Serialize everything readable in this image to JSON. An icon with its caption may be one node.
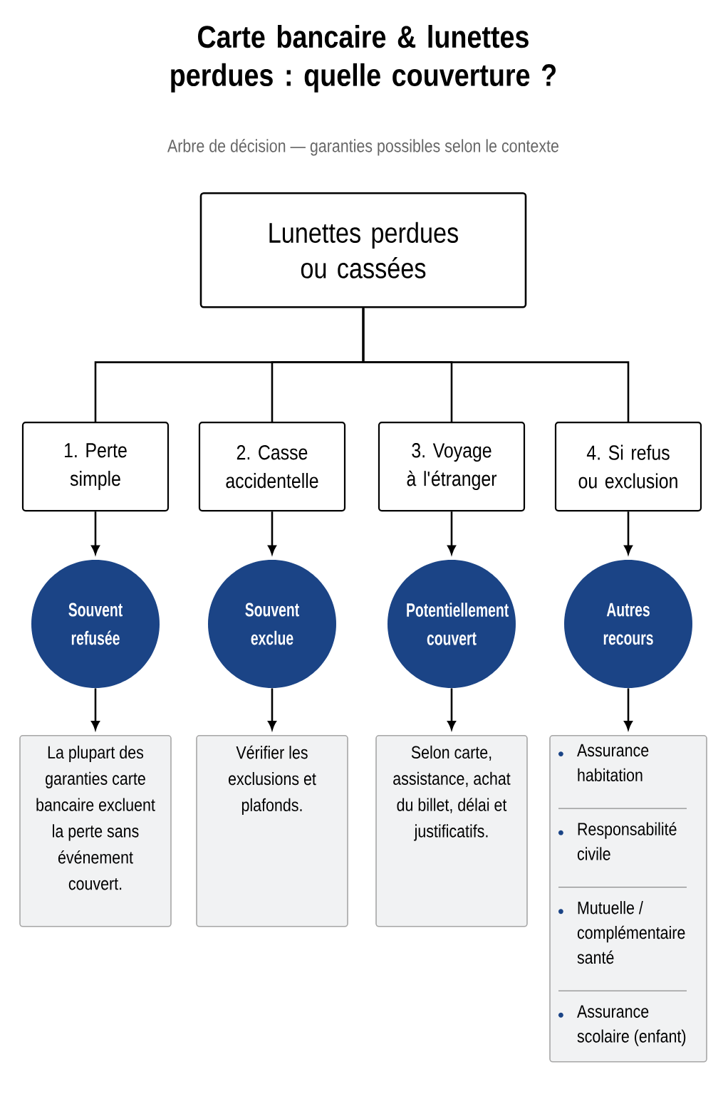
{
  "diagram": {
    "title": "Carte bancaire & lunettes perdues : quelle couverture ?",
    "nodes": [
      {
        "text": [
          "Lunettes perdues ou cassées"
        ]
      },
      {
        "text": [
          "1. Perte simple"
        ]
      },
      {
        "text": [
          "2. Casse accidentelle"
        ]
      },
      {
        "text": [
          "3. Voyage à l'étranger"
        ]
      },
      {
        "text": [
          "4. Si refus ou exclusion"
        ]
      },
      {
        "text": [
          "Souvent refusée"
        ]
      },
      {
        "text": [
          "Souvent exclue"
        ]
      },
      {
        "text": [
          "Potentiellement couvert"
        ]
      },
      {
        "text": [
          "Autres recours"
        ]
      },
      {
        "text": [
          "La plupart des garanties carte bancaire excluent la perte sans événement couvert."
        ]
      },
      {
        "text": [
          "Vérifier les exclusions et plafonds."
        ]
      },
      {
        "text": [
          "Selon carte, assistance, achat du billet, délai et justificatifs."
        ]
      },
      {
        "text": [
          "Assurance habitation",
          "Responsabilité civile",
          "Mutuelle / complémentaire santé",
          "Assurance scolaire (enfant)"
        ]
      }
    ],
    "edges": [
      {
        "from": 0,
        "to": 1,
        "arrow": "none"
      },
      {
        "from": 0,
        "to": 2,
        "arrow": "none"
      },
      {
        "from": 0,
        "to": 3,
        "arrow": "none"
      },
      {
        "from": 0,
        "to": 4,
        "arrow": "none"
      },
      {
        "from": 1,
        "to": 5,
        "arrow": "to"
      },
      {
        "from": 2,
        "to": 6,
        "arrow": "to"
      },
      {
        "from": 3,
        "to": 7,
        "arrow": "to"
      },
      {
        "from": 4,
        "to": 8,
        "arrow": "to"
      },
      {
        "from": 5,
        "to": 9,
        "arrow": "to"
      },
      {
        "from": 6,
        "to": 10,
        "arrow": "to"
      },
      {
        "from": 7,
        "to": 11,
        "arrow": "to"
      },
      {
        "from": 8,
        "to": 12,
        "arrow": "to"
      }
    ],
    "labels": [
      "Arbre de décision — garanties possibles selon le contexte"
    ]
  }
}
